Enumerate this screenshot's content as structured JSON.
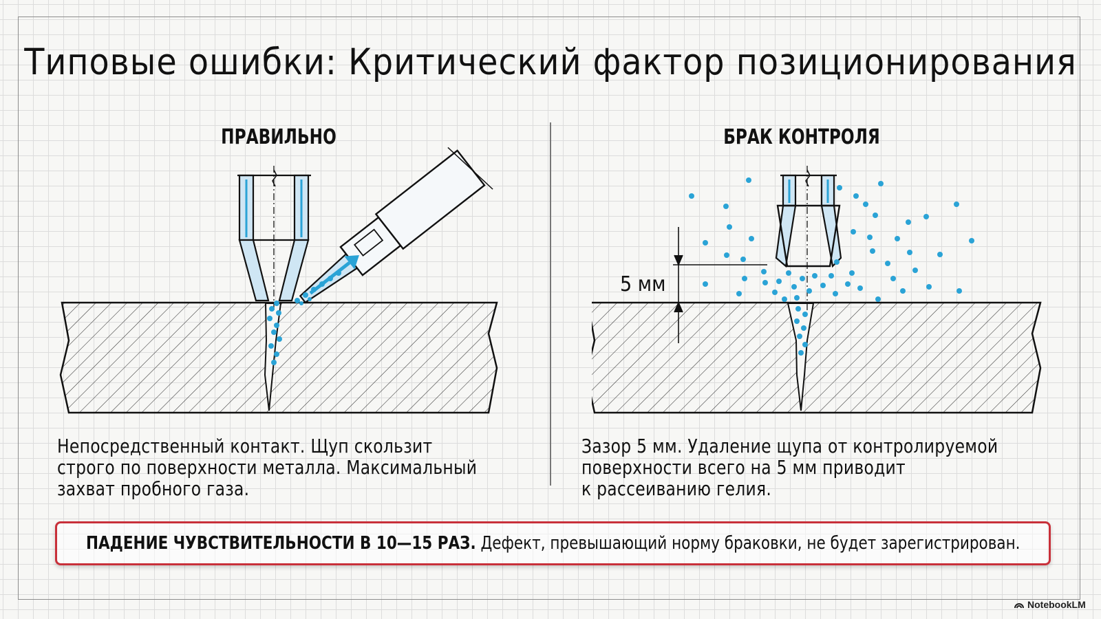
{
  "title": "Типовые ошибки: Критический фактор позиционирования",
  "left_panel": {
    "heading": "ПРАВИЛЬНО",
    "caption_lines": [
      "Непосредственный контакт. Щуп скользит",
      "строго по поверхности металла. Максимальный",
      "захват пробного газа."
    ]
  },
  "right_panel": {
    "heading": "БРАК КОНТРОЛЯ",
    "gap_label": "5 мм",
    "caption_lines": [
      "Зазор 5 мм. Удаление щупа от контролируемой",
      "поверхности всего на 5 мм приводит",
      "к рассеиванию гелия."
    ]
  },
  "warning": {
    "strong": "ПАДЕНИЕ ЧУВСТВИТЕЛЬНОСТИ В 10—15 РАЗ.",
    "text": " Дефект, превышающий норму браковки, не будет зарегистрирован."
  },
  "watermark": "NotebookLM",
  "colors": {
    "accent_blue": "#2aa3d6",
    "nozzle_fill": "#cfe6f4",
    "warning_border": "#c8303a",
    "line": "#111111"
  }
}
